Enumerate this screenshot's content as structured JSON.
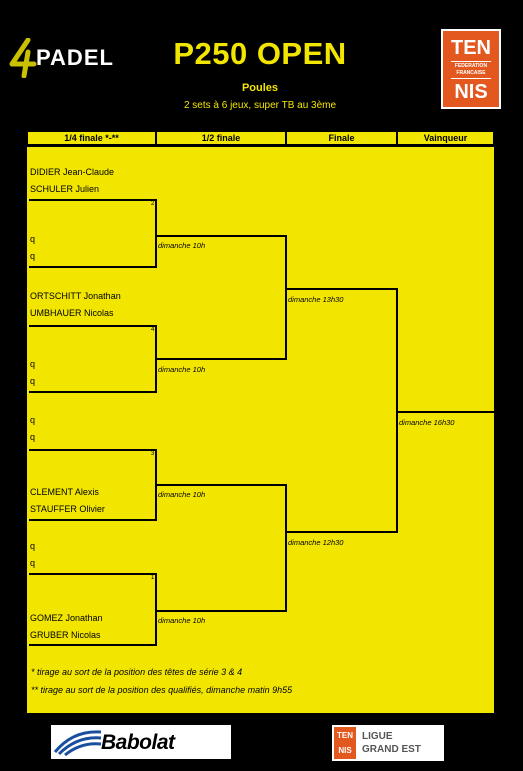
{
  "header": {
    "brand_word": "PADEL",
    "title": "P250 OPEN",
    "subtitle": "Poules",
    "format": "2 sets à 6 jeux, super TB au 3ème",
    "fft_logo": {
      "top": "TEN",
      "line1": "FEDERATION",
      "line2": "FRANCAISE",
      "bottom": "NIS"
    }
  },
  "columns": [
    "1/4 finale *-**",
    "1/2 finale",
    "Finale",
    "Vainqueur"
  ],
  "bracket": {
    "quarter_entries": [
      "DIDIER Jean-Claude",
      "SCHULER Julien",
      "q",
      "q",
      "ORTSCHITT Jonathan",
      "UMBHAUER Nicolas",
      "q",
      "q",
      "q",
      "q",
      "CLEMENT Alexis",
      "STAUFFER Olivier",
      "q",
      "q",
      "GOMEZ Jonathan",
      "GRUBER Nicolas"
    ],
    "seeds": [
      "2",
      "4",
      "3",
      "1"
    ],
    "semi_schedules": [
      "dimanche 10h",
      "dimanche 10h",
      "dimanche 10h",
      "dimanche 10h"
    ],
    "final_schedules": [
      "dimanche 13h30",
      "dimanche 12h30"
    ],
    "winner_schedule": "dimanche 16h30"
  },
  "notes": [
    "* tirage au sort de la position des têtes de série 3 & 4",
    "** tirage au sort de la position des qualifiés, dimanche matin 9h55"
  ],
  "sponsors": {
    "babolat": "Babolat",
    "ligue_mini_top": "TEN",
    "ligue_mini_bottom": "NIS",
    "ligue_line1": "LIGUE",
    "ligue_line2": "GRAND EST"
  },
  "colors": {
    "accent": "#f2e600",
    "background": "#000000",
    "fft_orange": "#e2581f"
  }
}
